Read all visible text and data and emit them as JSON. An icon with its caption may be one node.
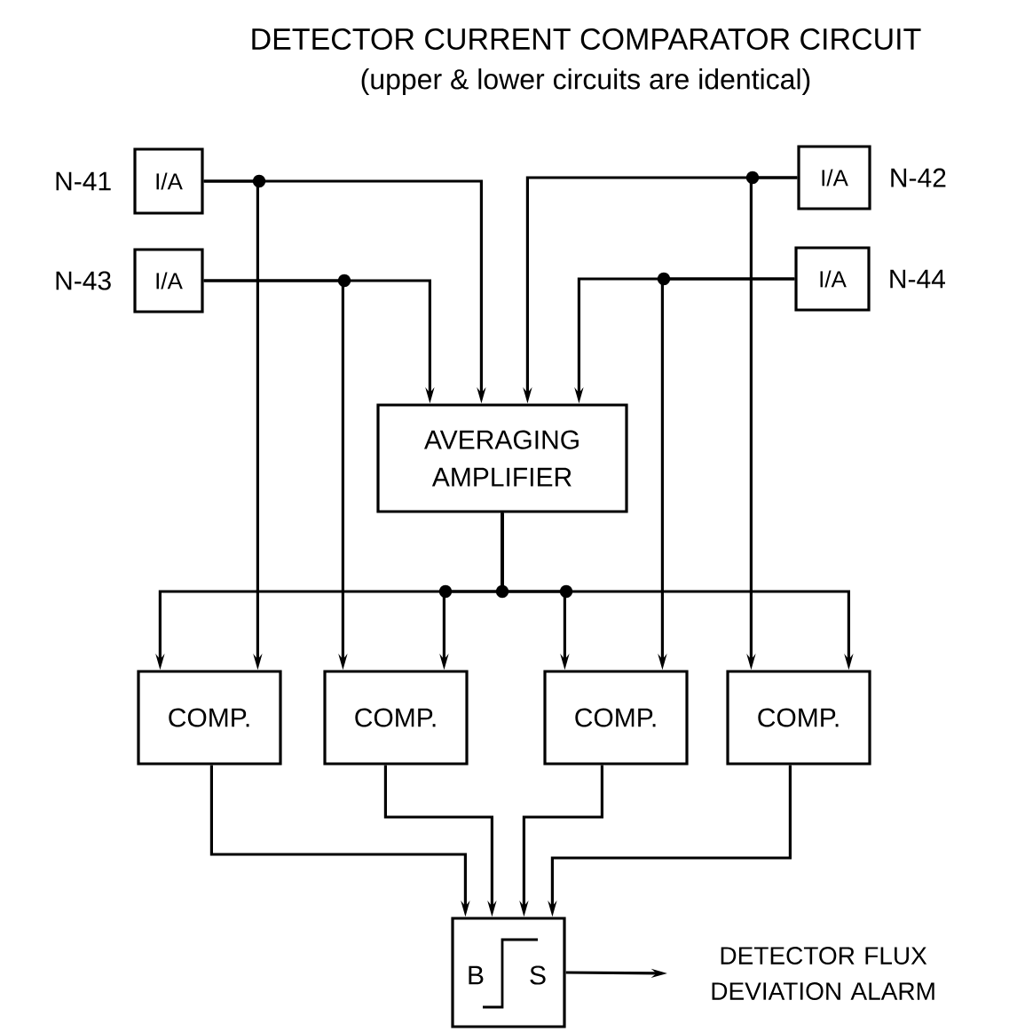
{
  "diagram": {
    "title": "DETECTOR CURRENT COMPARATOR CIRCUIT",
    "nodes": [
      {
        "text": [
          "I/A"
        ],
        "beside": [
          "N-41"
        ]
      },
      {
        "text": [
          "I/A"
        ],
        "beside": [
          "N-42"
        ]
      },
      {
        "text": [
          "I/A"
        ],
        "beside": [
          "N-43"
        ]
      },
      {
        "text": [
          "I/A"
        ],
        "beside": [
          "N-44"
        ]
      },
      {
        "text": [
          "AVERAGING AMPLIFIER"
        ]
      },
      {
        "text": [
          "COMP."
        ]
      },
      {
        "text": [
          "COMP."
        ]
      },
      {
        "text": [
          "COMP."
        ]
      },
      {
        "text": [
          "COMP."
        ]
      },
      {
        "text": [
          "B",
          "S"
        ]
      },
      {
        "text": [
          "DETECTOR FLUX DEVIATION ALARM"
        ]
      }
    ],
    "edges": [
      {
        "from": 0,
        "to": 4,
        "arrow": "to"
      },
      {
        "from": 1,
        "to": 4,
        "arrow": "to"
      },
      {
        "from": 2,
        "to": 4,
        "arrow": "to"
      },
      {
        "from": 3,
        "to": 4,
        "arrow": "to"
      },
      {
        "from": 0,
        "to": 5,
        "arrow": "to"
      },
      {
        "from": 2,
        "to": 6,
        "arrow": "to"
      },
      {
        "from": 3,
        "to": 7,
        "arrow": "to"
      },
      {
        "from": 1,
        "to": 8,
        "arrow": "to"
      },
      {
        "from": 4,
        "to": 5,
        "arrow": "to"
      },
      {
        "from": 4,
        "to": 6,
        "arrow": "to"
      },
      {
        "from": 4,
        "to": 7,
        "arrow": "to"
      },
      {
        "from": 4,
        "to": 8,
        "arrow": "to"
      },
      {
        "from": 5,
        "to": 9,
        "arrow": "to"
      },
      {
        "from": 6,
        "to": 9,
        "arrow": "to"
      },
      {
        "from": 7,
        "to": 9,
        "arrow": "to"
      },
      {
        "from": 8,
        "to": 9,
        "arrow": "to"
      },
      {
        "from": 9,
        "to": 10,
        "arrow": "to"
      }
    ],
    "labels": [
      "(upper & lower circuits are identical)"
    ]
  }
}
